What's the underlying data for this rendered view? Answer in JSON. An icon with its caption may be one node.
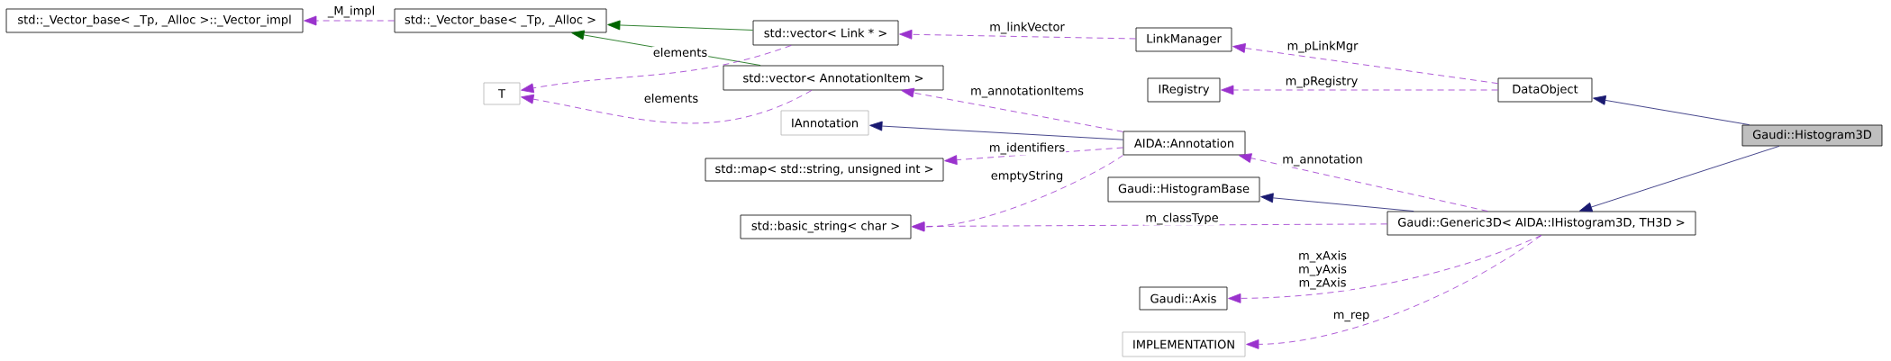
{
  "diagram": {
    "nodes": [
      {
        "text": [
          "std::_Vector_base< _Tp, _Alloc >::_Vector_impl"
        ]
      },
      {
        "text": [
          "std::_Vector_base< _Tp, _Alloc >"
        ]
      },
      {
        "text": [
          "std::vector< Link * >"
        ]
      },
      {
        "text": [
          "T"
        ]
      },
      {
        "text": [
          "std::vector< AnnotationItem >"
        ]
      },
      {
        "text": [
          "LinkManager"
        ]
      },
      {
        "text": [
          "IRegistry"
        ]
      },
      {
        "text": [
          "DataObject"
        ]
      },
      {
        "text": [
          "Gaudi::Histogram3D"
        ]
      },
      {
        "text": [
          "IAnnotation"
        ]
      },
      {
        "text": [
          "AIDA::Annotation"
        ]
      },
      {
        "text": [
          "std::map< std::string, unsigned int >"
        ]
      },
      {
        "text": [
          "Gaudi::HistogramBase"
        ]
      },
      {
        "text": [
          "std::basic_string< char >"
        ]
      },
      {
        "text": [
          "Gaudi::Generic3D< AIDA::IHistogram3D, TH3D >"
        ]
      },
      {
        "text": [
          "Gaudi::Axis"
        ]
      },
      {
        "text": [
          "IMPLEMENTATION"
        ]
      }
    ],
    "edges": [
      {
        "from": 1,
        "to": 0,
        "arrow": "to",
        "label": "_M_impl",
        "style": "dashed"
      },
      {
        "from": 2,
        "to": 1,
        "arrow": "to",
        "color": "#006400"
      },
      {
        "from": 4,
        "to": 1,
        "arrow": "to",
        "color": "#006400"
      },
      {
        "from": 2,
        "to": 3,
        "arrow": "to",
        "label": "elements",
        "style": "dashed"
      },
      {
        "from": 4,
        "to": 3,
        "arrow": "to",
        "label": "elements",
        "style": "dashed"
      },
      {
        "from": 5,
        "to": 2,
        "arrow": "to",
        "label": "m_linkVector",
        "style": "dashed"
      },
      {
        "from": 7,
        "to": 5,
        "arrow": "to",
        "label": "m_pLinkMgr",
        "style": "dashed"
      },
      {
        "from": 7,
        "to": 6,
        "arrow": "to",
        "label": "m_pRegistry",
        "style": "dashed"
      },
      {
        "from": 8,
        "to": 7,
        "arrow": "to",
        "color": "#191970"
      },
      {
        "from": 10,
        "to": 4,
        "arrow": "to",
        "label": "m_annotationItems",
        "style": "dashed"
      },
      {
        "from": 10,
        "to": 9,
        "arrow": "to",
        "color": "#191970"
      },
      {
        "from": 10,
        "to": 11,
        "arrow": "to",
        "label": "m_identifiers",
        "style": "dashed"
      },
      {
        "from": 10,
        "to": 13,
        "arrow": "to",
        "label": "emptyString",
        "style": "dashed"
      },
      {
        "from": 14,
        "to": 10,
        "arrow": "to",
        "label": "m_annotation",
        "style": "dashed"
      },
      {
        "from": 14,
        "to": 12,
        "arrow": "to",
        "color": "#191970"
      },
      {
        "from": 14,
        "to": 13,
        "arrow": "to",
        "label": "m_classType",
        "style": "dashed"
      },
      {
        "from": 14,
        "to": 15,
        "arrow": "to",
        "label": "m_xAxis m_yAxis m_zAxis",
        "style": "dashed"
      },
      {
        "from": 14,
        "to": 16,
        "arrow": "to",
        "label": "m_rep",
        "style": "dashed"
      },
      {
        "from": 8,
        "to": 14,
        "arrow": "to",
        "color": "#191970"
      }
    ]
  }
}
